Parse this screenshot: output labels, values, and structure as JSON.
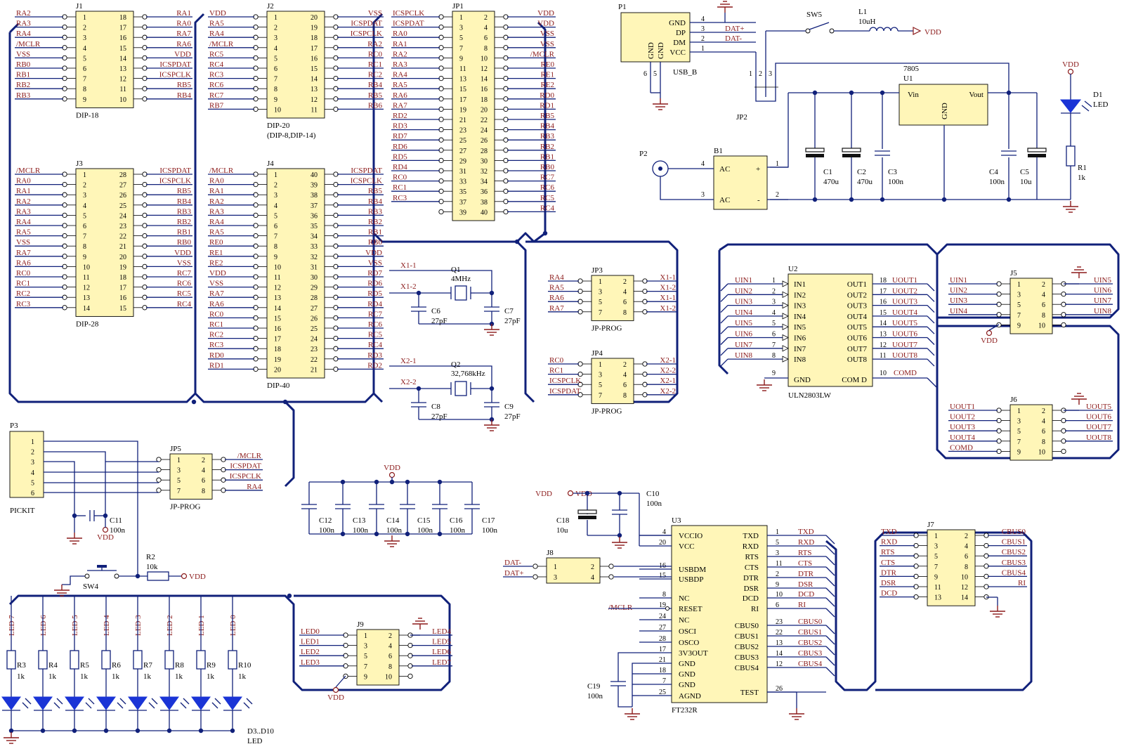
{
  "components": {
    "j1": {
      "ref": "J1",
      "type": "DIP-18",
      "left": [
        "RA2",
        "RA3",
        "RA4",
        "/MCLR",
        "VSS",
        "RB0",
        "RB1",
        "RB2",
        "RB3"
      ],
      "left_pins": [
        "1",
        "2",
        "3",
        "4",
        "5",
        "6",
        "7",
        "8",
        "9"
      ],
      "right_pins": [
        "18",
        "17",
        "16",
        "15",
        "14",
        "13",
        "12",
        "11",
        "10"
      ],
      "right": [
        "RA1",
        "RA0",
        "RA7",
        "RA6",
        "VDD",
        "ICSPDAT",
        "ICSPCLK",
        "RB5",
        "RB4"
      ]
    },
    "j2": {
      "ref": "J2",
      "type": "DIP-20",
      "subtype": "(DIP-8,DIP-14)",
      "left": [
        "VDD",
        "RA5",
        "RA4",
        "/MCLR",
        "RC5",
        "RC4",
        "RC3",
        "RC6",
        "RC7",
        "RB7"
      ],
      "left_pins": [
        "1",
        "2",
        "3",
        "4",
        "5",
        "6",
        "7",
        "8",
        "9",
        "10"
      ],
      "right_pins": [
        "20",
        "19",
        "18",
        "17",
        "16",
        "15",
        "14",
        "13",
        "12",
        "11"
      ],
      "right": [
        "VSS",
        "ICSPDAT",
        "ICSPCLK",
        "RA2",
        "RC0",
        "RC1",
        "RC2",
        "RB4",
        "RB5",
        "RB6"
      ]
    },
    "jp1": {
      "ref": "JP1",
      "left": [
        "ICSPCLK",
        "ICSPDAT",
        "RA0",
        "RA1",
        "RA2",
        "RA3",
        "RA4",
        "RA5",
        "RA6",
        "RA7",
        "RD2",
        "RD3",
        "RD7",
        "RD6",
        "RD5",
        "RD4",
        "RC0",
        "RC1",
        "RC3"
      ],
      "left_pins": [
        "1",
        "3",
        "5",
        "7",
        "9",
        "11",
        "13",
        "15",
        "17",
        "19",
        "21",
        "23",
        "25",
        "27",
        "29",
        "31",
        "33",
        "35",
        "37",
        "39"
      ],
      "right_pins": [
        "2",
        "4",
        "6",
        "8",
        "10",
        "12",
        "14",
        "16",
        "18",
        "20",
        "22",
        "24",
        "26",
        "28",
        "30",
        "32",
        "34",
        "36",
        "38",
        "40"
      ],
      "right": [
        "VDD",
        "VDD",
        "VSS",
        "VSS",
        "/MCLR",
        "RE0",
        "RE1",
        "RE2",
        "RD0",
        "RD1",
        "RB5",
        "RB4",
        "RB3",
        "RB2",
        "RB1",
        "RB0",
        "RC7",
        "RC6",
        "RC5",
        "RC4"
      ]
    },
    "j3": {
      "ref": "J3",
      "type": "DIP-28",
      "left": [
        "/MCLR",
        "RA0",
        "RA1",
        "RA2",
        "RA3",
        "RA4",
        "RA5",
        "VSS",
        "RA7",
        "RA6",
        "RC0",
        "RC1",
        "RC2",
        "RC3"
      ],
      "left_pins": [
        "1",
        "2",
        "3",
        "4",
        "5",
        "6",
        "7",
        "8",
        "9",
        "10",
        "11",
        "12",
        "13",
        "14"
      ],
      "right_pins": [
        "28",
        "27",
        "26",
        "25",
        "24",
        "23",
        "22",
        "21",
        "20",
        "19",
        "18",
        "17",
        "16",
        "15"
      ],
      "right": [
        "ICSPDAT",
        "ICSPCLK",
        "RB5",
        "RB4",
        "RB3",
        "RB2",
        "RB1",
        "RB0",
        "VDD",
        "VSS",
        "RC7",
        "RC6",
        "RC5",
        "RC4"
      ]
    },
    "j4": {
      "ref": "J4",
      "type": "DIP-40",
      "left": [
        "/MCLR",
        "RA0",
        "RA1",
        "RA2",
        "RA3",
        "RA4",
        "RA5",
        "RE0",
        "RE1",
        "RE2",
        "VDD",
        "VSS",
        "RA7",
        "RA6",
        "RC0",
        "RC1",
        "RC2",
        "RC3",
        "RD0",
        "RD1"
      ],
      "left_pins": [
        "1",
        "2",
        "3",
        "4",
        "5",
        "6",
        "7",
        "8",
        "9",
        "10",
        "11",
        "12",
        "13",
        "14",
        "15",
        "16",
        "17",
        "18",
        "19",
        "20"
      ],
      "right_pins": [
        "40",
        "39",
        "38",
        "37",
        "36",
        "35",
        "34",
        "33",
        "32",
        "31",
        "30",
        "29",
        "28",
        "27",
        "26",
        "25",
        "24",
        "23",
        "22",
        "21"
      ],
      "right": [
        "ICSPDAT",
        "ICSPCLK",
        "RB5",
        "RB4",
        "RB3",
        "RB2",
        "RB1",
        "RB0",
        "VDD",
        "VSS",
        "RD7",
        "RD6",
        "RD5",
        "RD4",
        "RC7",
        "RC6",
        "RC5",
        "RC4",
        "RD3",
        "RD2"
      ]
    },
    "jp3": {
      "ref": "JP3",
      "type": "JP-PROG",
      "left": [
        "RA4",
        "RA5",
        "RA6",
        "RA7"
      ],
      "left_pins": [
        "1",
        "3",
        "5",
        "7"
      ],
      "right_pins": [
        "2",
        "4",
        "6",
        "8"
      ],
      "right": [
        "X1-1",
        "X1-2",
        "X1-1",
        "X1-2"
      ]
    },
    "jp4": {
      "ref": "JP4",
      "type": "JP-PROG",
      "left": [
        "RC0",
        "RC1",
        "ICSPCLK",
        "ICSPDAT"
      ],
      "left_pins": [
        "1",
        "3",
        "5",
        "7"
      ],
      "right_pins": [
        "2",
        "4",
        "6",
        "8"
      ],
      "right": [
        "X2-1",
        "X2-2",
        "X2-1",
        "X2-2"
      ]
    },
    "jp5": {
      "ref": "JP5",
      "type": "JP-PROG",
      "left_pins": [
        "1",
        "3",
        "5",
        "7"
      ],
      "right_pins": [
        "2",
        "4",
        "6",
        "8"
      ],
      "right": [
        "/MCLR",
        "ICSPDAT",
        "ICSPCLK",
        "RA4"
      ]
    },
    "p3": {
      "ref": "P3",
      "type": "PICKIT",
      "pins": [
        "1",
        "2",
        "3",
        "4",
        "5",
        "6"
      ]
    },
    "p1": {
      "ref": "P1",
      "type": "USB_B",
      "pins": [
        "GND",
        "DP",
        "DM",
        "VCC"
      ],
      "pin_nums": [
        "4",
        "3",
        "2",
        "1"
      ],
      "gnd_pins": [
        "6",
        "5"
      ],
      "gnd_labels": [
        "GND",
        "GND"
      ],
      "nets": [
        "DAT+",
        "DAT-"
      ]
    },
    "sw5": {
      "ref": "SW5"
    },
    "l1": {
      "ref": "L1",
      "value": "10uH"
    },
    "u1": {
      "ref": "U1",
      "type": "7805",
      "vin": "Vin",
      "vout": "Vout",
      "gnd": "GND"
    },
    "jp2": {
      "ref": "JP2",
      "pins": [
        "1",
        "2",
        "3"
      ]
    },
    "d1": {
      "ref": "D1",
      "type": "LED"
    },
    "r1": {
      "ref": "R1",
      "value": "1k"
    },
    "p2": {
      "ref": "P2"
    },
    "b1": {
      "ref": "B1",
      "ac": "AC",
      "plus": "+",
      "minus": "-",
      "pins": [
        "4",
        "3",
        "1",
        "2"
      ]
    },
    "caps_power": [
      {
        "ref": "C1",
        "value": "470u"
      },
      {
        "ref": "C2",
        "value": "470u"
      },
      {
        "ref": "C3",
        "value": "100n"
      },
      {
        "ref": "C4",
        "value": "100n"
      },
      {
        "ref": "C5",
        "value": "10u"
      }
    ],
    "q1": {
      "ref": "Q1",
      "value": "4MHz",
      "net_a": "X1-1",
      "net_b": "X1-2"
    },
    "q2": {
      "ref": "Q2",
      "value": "32,768kHz",
      "net_a": "X2-1",
      "net_b": "X2-2"
    },
    "caps_osc": [
      {
        "ref": "C6",
        "value": "27pF"
      },
      {
        "ref": "C7",
        "value": "27pF"
      },
      {
        "ref": "C8",
        "value": "27pF"
      },
      {
        "ref": "C9",
        "value": "27pF"
      }
    ],
    "u2": {
      "ref": "U2",
      "type": "ULN2803LW",
      "in_nets": [
        "UIN1",
        "UIN2",
        "UIN3",
        "UIN4",
        "UIN5",
        "UIN6",
        "UIN7",
        "UIN8"
      ],
      "in_pins": [
        "1",
        "2",
        "3",
        "4",
        "5",
        "6",
        "7",
        "8"
      ],
      "in_labels": [
        "IN1",
        "IN2",
        "IN3",
        "IN4",
        "IN5",
        "IN6",
        "IN7",
        "IN8"
      ],
      "out_labels": [
        "OUT1",
        "OUT2",
        "OUT3",
        "OUT4",
        "OUT5",
        "OUT6",
        "OUT7",
        "OUT8"
      ],
      "out_pins": [
        "18",
        "17",
        "16",
        "15",
        "14",
        "13",
        "12",
        "11"
      ],
      "out_nets": [
        "UOUT1",
        "UOUT2",
        "UOUT3",
        "UOUT4",
        "UOUT5",
        "UOUT6",
        "UOUT7",
        "UOUT8"
      ],
      "gnd_pin": "9",
      "gnd_label": "GND",
      "com_pin": "10",
      "com_label": "COM D",
      "com_net": "COMD"
    },
    "j5": {
      "ref": "J5",
      "left": [
        "UIN1",
        "UIN2",
        "UIN3",
        "UIN4"
      ],
      "left_pins": [
        "1",
        "3",
        "5",
        "7",
        "9"
      ],
      "right_pins": [
        "2",
        "4",
        "6",
        "8",
        "10"
      ],
      "right": [
        "UIN5",
        "UIN6",
        "UIN7",
        "UIN8"
      ]
    },
    "j6": {
      "ref": "J6",
      "left": [
        "UOUT1",
        "UOUT2",
        "UOUT3",
        "UOUT4",
        "COMD"
      ],
      "left_pins": [
        "1",
        "3",
        "5",
        "7",
        "9"
      ],
      "right_pins": [
        "2",
        "4",
        "6",
        "8",
        "10"
      ],
      "right": [
        "UOUT5",
        "UOUT6",
        "UOUT7",
        "UOUT8"
      ]
    },
    "caps_dec": [
      {
        "ref": "C12",
        "value": "100n"
      },
      {
        "ref": "C13",
        "value": "100n"
      },
      {
        "ref": "C14",
        "value": "100n"
      },
      {
        "ref": "C15",
        "value": "100n"
      },
      {
        "ref": "C16",
        "value": "100n"
      },
      {
        "ref": "C17",
        "value": "100n"
      }
    ],
    "c11": {
      "ref": "C11",
      "value": "100n"
    },
    "r2": {
      "ref": "R2",
      "value": "10k"
    },
    "sw4": {
      "ref": "SW4"
    },
    "c10": {
      "ref": "C10",
      "value": "100n"
    },
    "c18": {
      "ref": "C18",
      "value": "10u"
    },
    "c19": {
      "ref": "C19",
      "value": "100n"
    },
    "j8": {
      "ref": "J8",
      "pins": [
        "1",
        "2",
        "3",
        "4"
      ],
      "nets": [
        "DAT-",
        "DAT+"
      ]
    },
    "u3": {
      "ref": "U3",
      "type": "FT232R",
      "left_pins": [
        "4",
        "20",
        "16",
        "15",
        "8",
        "19",
        "24",
        "27",
        "28",
        "17",
        "21",
        "18",
        "7",
        "25"
      ],
      "left": [
        "VCCIO",
        "VCC",
        "USBDM",
        "USBDP",
        "NC",
        "RESET",
        "NC",
        "OSCI",
        "OSCO",
        "3V3OUT",
        "GND",
        "GND",
        "GND",
        "AGND"
      ],
      "right": [
        "TXD",
        "RXD",
        "RTS",
        "CTS",
        "DTR",
        "DSR",
        "DCD",
        "RI",
        "CBUS0",
        "CBUS1",
        "CBUS2",
        "CBUS3",
        "CBUS4",
        "TEST"
      ],
      "right_pins": [
        "1",
        "5",
        "3",
        "11",
        "2",
        "9",
        "10",
        "6",
        "23",
        "22",
        "13",
        "14",
        "12",
        "26"
      ],
      "right_nets": [
        "TXD",
        "RXD",
        "RTS",
        "CTS",
        "DTR",
        "DSR",
        "DCD",
        "RI",
        "CBUS0",
        "CBUS1",
        "CBUS2",
        "CBUS3",
        "CBUS4"
      ],
      "mclr_net": "/MCLR"
    },
    "j7": {
      "ref": "J7",
      "left": [
        "TXD",
        "RXD",
        "RTS",
        "CTS",
        "DTR",
        "DSR",
        "DCD"
      ],
      "left_pins": [
        "1",
        "3",
        "5",
        "7",
        "9",
        "11",
        "13"
      ],
      "right_pins": [
        "2",
        "4",
        "6",
        "8",
        "10",
        "12",
        "14"
      ],
      "right": [
        "CBUS0",
        "CBUS1",
        "CBUS2",
        "CBUS3",
        "CBUS4",
        "RI"
      ]
    },
    "j9": {
      "ref": "J9",
      "left": [
        "LED0",
        "LED1",
        "LED2",
        "LED3"
      ],
      "left_pins": [
        "1",
        "3",
        "5",
        "7",
        "9"
      ],
      "right_pins": [
        "2",
        "4",
        "6",
        "8",
        "10"
      ],
      "right": [
        "LED4",
        "LED5",
        "LED6",
        "LED7"
      ]
    },
    "leds": {
      "nets": [
        "LED 7",
        "LED 6",
        "LED 5",
        "LED 4",
        "LED 3",
        "LED 2",
        "LED 1",
        "LED 0"
      ],
      "resistors": [
        "R3",
        "R4",
        "R5",
        "R6",
        "R7",
        "R8",
        "R9",
        "R10"
      ],
      "value": "1k",
      "group_ref": "D3..D10",
      "group_type": "LED"
    }
  },
  "power": {
    "vdd": "VDD"
  }
}
